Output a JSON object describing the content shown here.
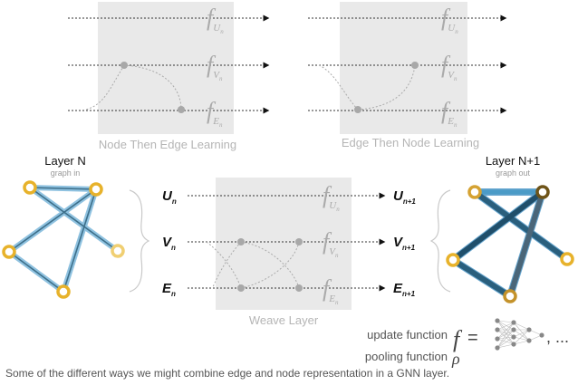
{
  "panels": {
    "node_then_edge": "Node Then Edge Learning",
    "edge_then_node": "Edge Then Node Learning",
    "weave": "Weave Layer"
  },
  "functions": {
    "f": "f",
    "u": "U",
    "v": "V",
    "e": "E",
    "n": "n"
  },
  "layers": {
    "left_title": "Layer N",
    "left_subtitle": "graph in",
    "right_title": "Layer N+1",
    "right_subtitle": "graph out"
  },
  "inputs": {
    "u": "U",
    "v": "V",
    "e": "E",
    "sub": "n"
  },
  "outputs": {
    "u": "U",
    "v": "V",
    "e": "E",
    "sub": "n+1"
  },
  "legend": {
    "update_label": "update function",
    "pooling_label": "pooling function",
    "f_symbol": "f",
    "equals": "=",
    "rho_symbol": "ρ",
    "ellipsis": ", ..."
  },
  "caption": "Some of the different ways we might combine edge and node representation in a GNN layer.",
  "colors": {
    "panel_bg": "#e8e8e8",
    "gray_text": "#b7b7b7",
    "node_gold": "#e7b22b",
    "edge_light_blue": "#8fc2e0",
    "edge_dark_blue": "#23536f"
  }
}
